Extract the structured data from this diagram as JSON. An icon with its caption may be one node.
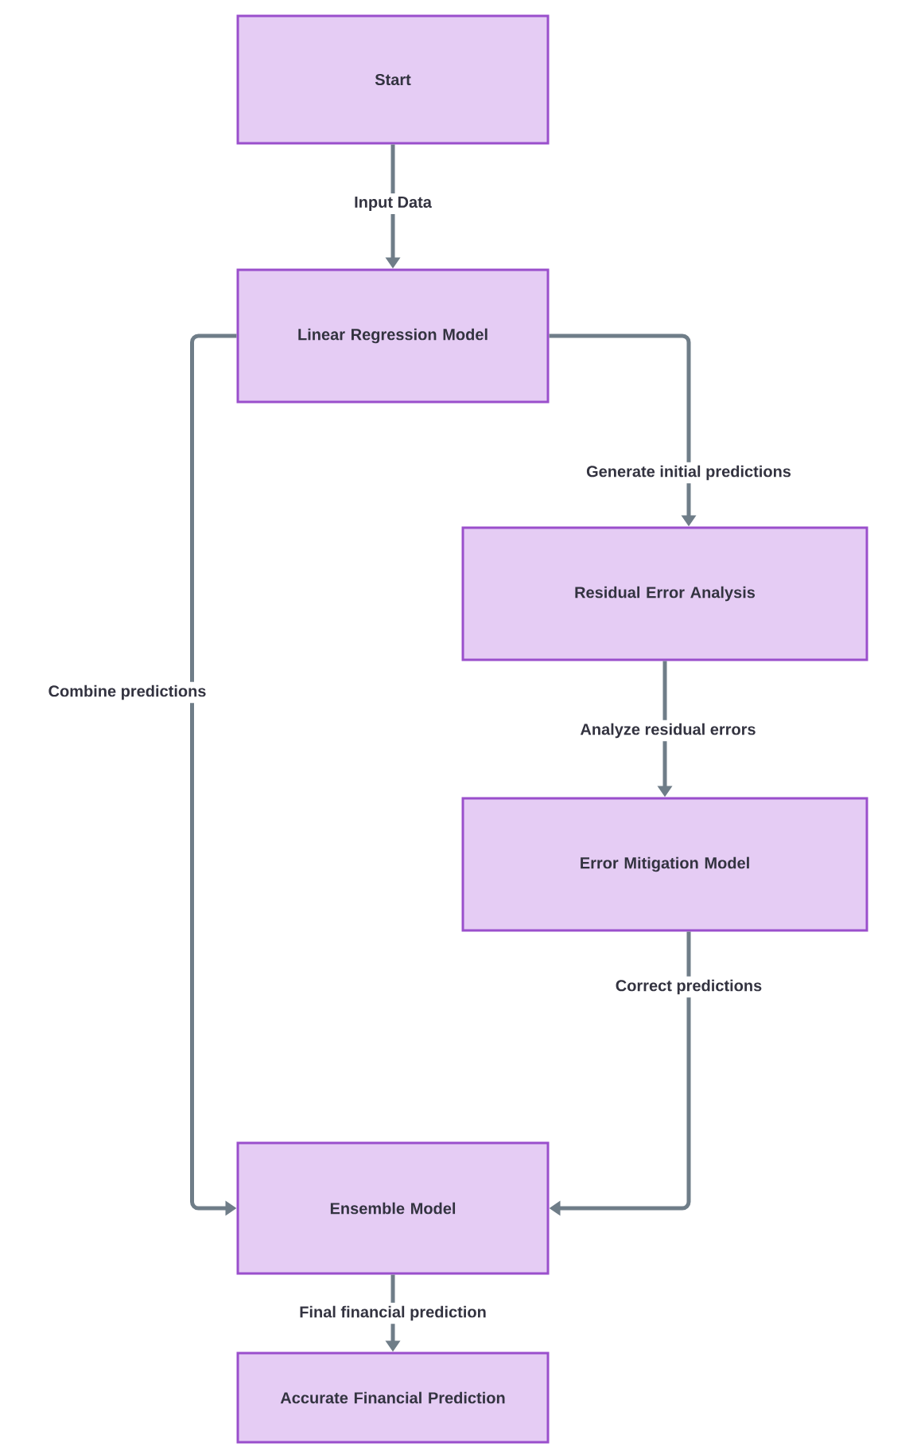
{
  "diagram": {
    "nodes": [
      {
        "text": [
          "Start"
        ]
      },
      {
        "text": [
          "Linear Regression Model"
        ]
      },
      {
        "text": [
          "Residual Error Analysis"
        ]
      },
      {
        "text": [
          "Error Mitigation Model"
        ]
      },
      {
        "text": [
          "Ensemble Model"
        ]
      },
      {
        "text": [
          "Accurate Financial Prediction"
        ]
      }
    ],
    "edges": [
      {
        "from": 0,
        "to": 1,
        "arrow": "to",
        "label": "Input Data"
      },
      {
        "from": 1,
        "to": 2,
        "arrow": "to",
        "label": "Generate initial predictions"
      },
      {
        "from": 2,
        "to": 3,
        "arrow": "to",
        "label": "Analyze residual errors"
      },
      {
        "from": 3,
        "to": 4,
        "arrow": "to",
        "label": "Correct predictions"
      },
      {
        "from": 1,
        "to": 4,
        "arrow": "to",
        "label": "Combine predictions"
      },
      {
        "from": 4,
        "to": 5,
        "arrow": "to",
        "label": "Final financial prediction"
      }
    ]
  }
}
